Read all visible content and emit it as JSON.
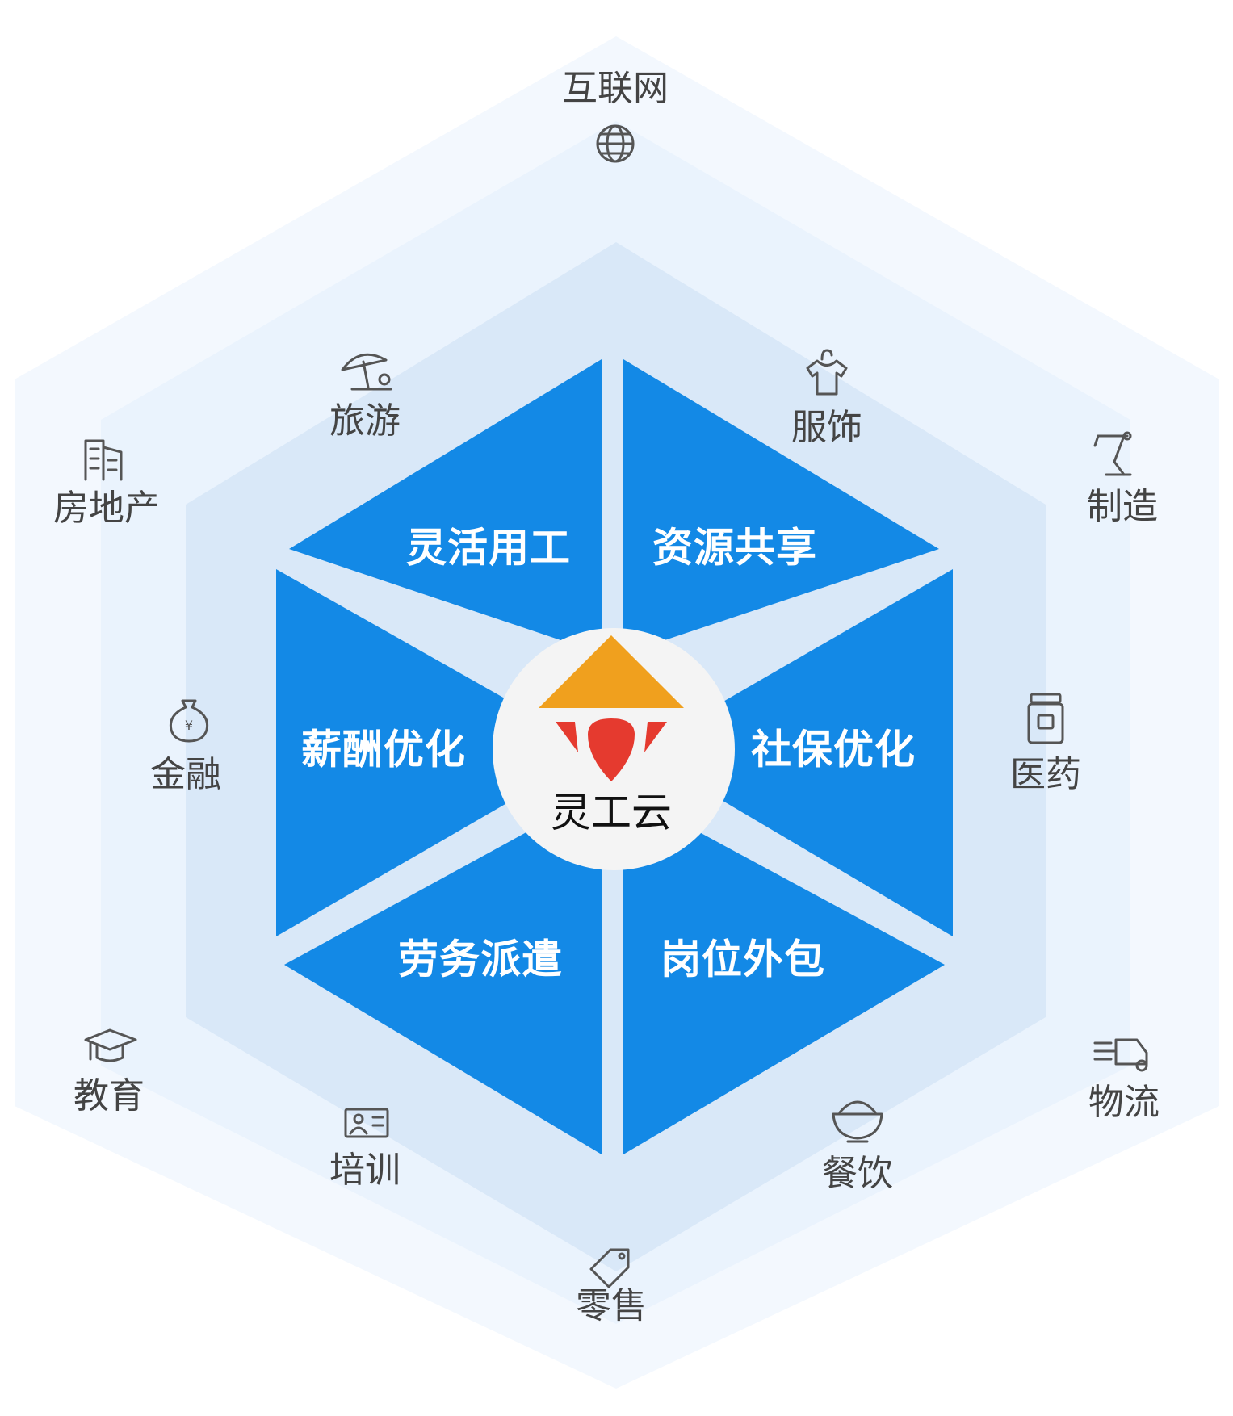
{
  "center": {
    "label": "灵工云"
  },
  "segments": [
    {
      "id": "top-left",
      "label": "灵活用工"
    },
    {
      "id": "top-right",
      "label": "资源共享"
    },
    {
      "id": "left",
      "label": "薪酬优化"
    },
    {
      "id": "right",
      "label": "社保优化"
    },
    {
      "id": "bottom-left",
      "label": "劳务派遣"
    },
    {
      "id": "bottom-right",
      "label": "岗位外包"
    }
  ],
  "industries": [
    {
      "label": "互联网",
      "icon": "globe-icon"
    },
    {
      "label": "服饰",
      "icon": "clothing-icon"
    },
    {
      "label": "制造",
      "icon": "robot-arm-icon"
    },
    {
      "label": "医药",
      "icon": "medicine-bottle-icon"
    },
    {
      "label": "物流",
      "icon": "truck-icon"
    },
    {
      "label": "餐饮",
      "icon": "bowl-icon"
    },
    {
      "label": "零售",
      "icon": "price-tag-icon"
    },
    {
      "label": "培训",
      "icon": "certificate-icon"
    },
    {
      "label": "教育",
      "icon": "graduation-cap-icon"
    },
    {
      "label": "金融",
      "icon": "money-bag-icon"
    },
    {
      "label": "房地产",
      "icon": "building-icon"
    },
    {
      "label": "旅游",
      "icon": "beach-umbrella-icon"
    }
  ],
  "colors": {
    "segment": "#1389e6",
    "hat": "#f0a01e",
    "logo_red": "#e53a2f"
  }
}
